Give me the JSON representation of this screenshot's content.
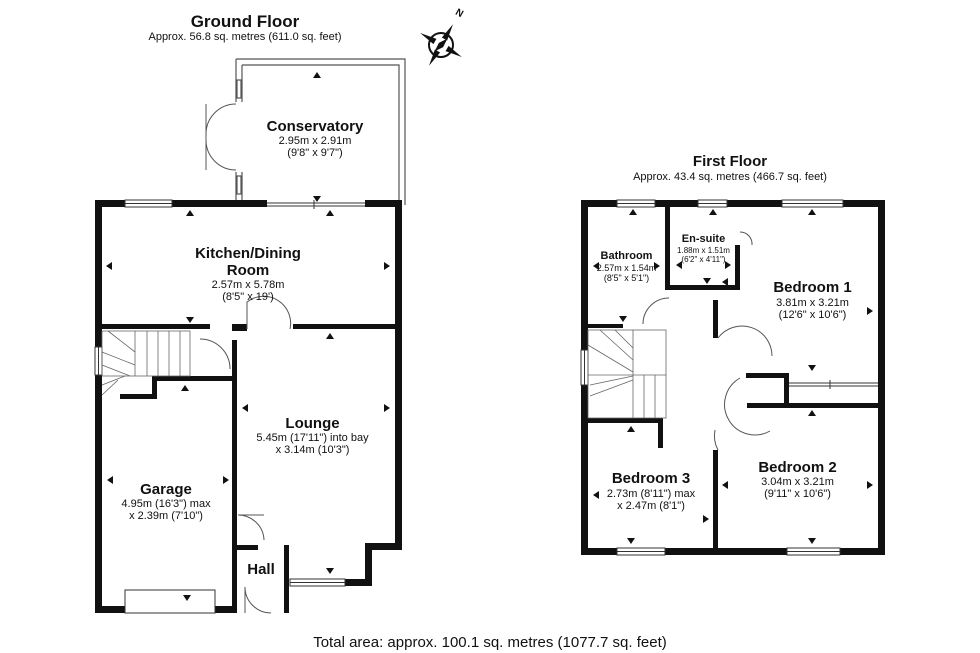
{
  "ground_floor": {
    "title": "Ground Floor",
    "area": "Approx. 56.8 sq. metres (611.0 sq. feet)",
    "rooms": {
      "conservatory": {
        "name": "Conservatory",
        "dim1": "2.95m x 2.91m",
        "dim2": "(9'8\" x 9'7\")"
      },
      "kitchen": {
        "name1": "Kitchen/Dining",
        "name2": "Room",
        "dim1": "2.57m x 5.78m",
        "dim2": "(8'5\" x 19')"
      },
      "lounge": {
        "name": "Lounge",
        "dim1": "5.45m (17'11\") into bay",
        "dim2": "x 3.14m (10'3\")"
      },
      "garage": {
        "name": "Garage",
        "dim1": "4.95m (16'3\") max",
        "dim2": "x 2.39m (7'10\")"
      },
      "hall": {
        "name": "Hall"
      }
    }
  },
  "first_floor": {
    "title": "First Floor",
    "area": "Approx. 43.4 sq. metres (466.7 sq. feet)",
    "rooms": {
      "bathroom": {
        "name": "Bathroom",
        "dim1": "2.57m x 1.54m",
        "dim2": "(8'5\" x 5'1\")"
      },
      "ensuite": {
        "name": "En-suite",
        "dim1": "1.88m x 1.51m",
        "dim2": "(6'2\" x 4'11\")"
      },
      "bedroom1": {
        "name": "Bedroom 1",
        "dim1": "3.81m x 3.21m",
        "dim2": "(12'6\" x 10'6\")"
      },
      "bedroom2": {
        "name": "Bedroom 2",
        "dim1": "3.04m x 3.21m",
        "dim2": "(9'11\" x 10'6\")"
      },
      "bedroom3": {
        "name": "Bedroom 3",
        "dim1": "2.73m (8'11\") max",
        "dim2": "x 2.47m (8'1\")"
      }
    }
  },
  "compass": {
    "label": "N",
    "icon": "compass-rose-icon"
  },
  "total_area": "Total area: approx. 100.1 sq. metres (1077.7 sq. feet)",
  "colors": {
    "wall": "#111111",
    "background": "#ffffff",
    "fixture": "#555555"
  }
}
